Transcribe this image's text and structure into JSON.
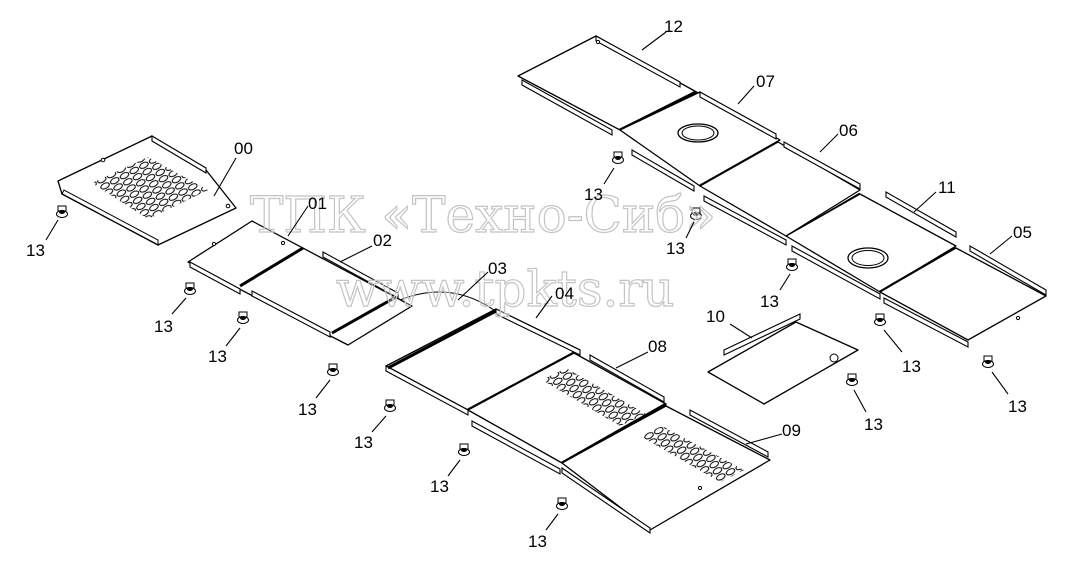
{
  "watermark": {
    "line1": "ТПК «Техно-Сиб»",
    "line2": "www.tpkts.ru"
  },
  "parts": {
    "p00": "00",
    "p01": "01",
    "p02": "02",
    "p03": "03",
    "p04": "04",
    "p05": "05",
    "p06": "06",
    "p07": "07",
    "p08": "08",
    "p09": "09",
    "p10": "10",
    "p11": "11",
    "p12": "12"
  },
  "bolt_label": "13"
}
